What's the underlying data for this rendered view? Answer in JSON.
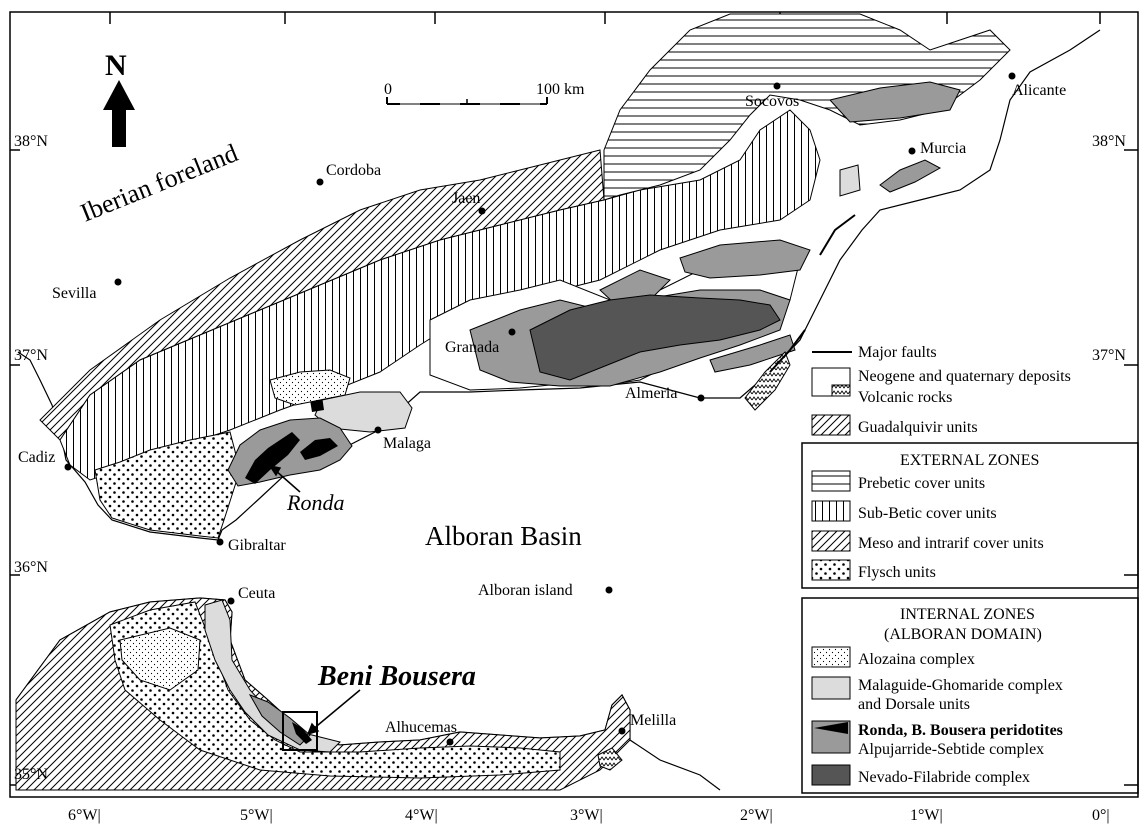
{
  "north_arrow": {
    "label": "N"
  },
  "scale_bar": {
    "start": "0",
    "end": "100 km"
  },
  "latitude_left": [
    "38°N",
    "37°N",
    "36°N",
    "35°N"
  ],
  "latitude_right": [
    "38°N",
    "37°N"
  ],
  "longitude": [
    "6°W|",
    "5°W|",
    "4°W|",
    "3°W|",
    "2°W|",
    "1°W|",
    "0°|"
  ],
  "regions": {
    "foreland": "Iberian foreland",
    "basin": "Alboran Basin",
    "ronda": "Ronda",
    "beni_bousera": "Beni Bousera"
  },
  "cities": {
    "sevilla": "Sevilla",
    "cordoba": "Cordoba",
    "jaen": "Jaen",
    "granada": "Granada",
    "malaga": "Malaga",
    "cadiz": "Cadiz",
    "gibraltar": "Gibraltar",
    "almeria": "Almeria",
    "murcia": "Murcia",
    "alicante": "Alicante",
    "socovos": "Socovos",
    "ceuta": "Ceuta",
    "alboran_island": "Alboran island",
    "alhucemas": "Alhucemas",
    "melilla": "Melilla"
  },
  "legend": {
    "faults": "Major faults",
    "neogene": "Neogene and quaternary deposits",
    "volcanic": "Volcanic rocks",
    "guadalquivir": "Guadalquivir units",
    "external_title": "EXTERNAL ZONES",
    "prebetic": "Prebetic cover units",
    "subbetic": "Sub-Betic cover units",
    "meso": "Meso and intrarif cover units",
    "flysch": "Flysch units",
    "internal_title_1": "INTERNAL ZONES",
    "internal_title_2": "(ALBORAN DOMAIN)",
    "alozaina": "Alozaina complex",
    "malaguide_1": "Malaguide-Ghomaride complex",
    "malaguide_2": "and Dorsale units",
    "ronda_peridotites": "Ronda, B. Bousera peridotites",
    "alpujarride": "Alpujarride-Sebtide complex",
    "nevado": "Nevado-Filabride complex"
  },
  "colors": {
    "nevado": "#555555",
    "alpujarride": "#9a9a9a",
    "malaguide": "#dcdcdc",
    "peridotite": "#000000"
  }
}
